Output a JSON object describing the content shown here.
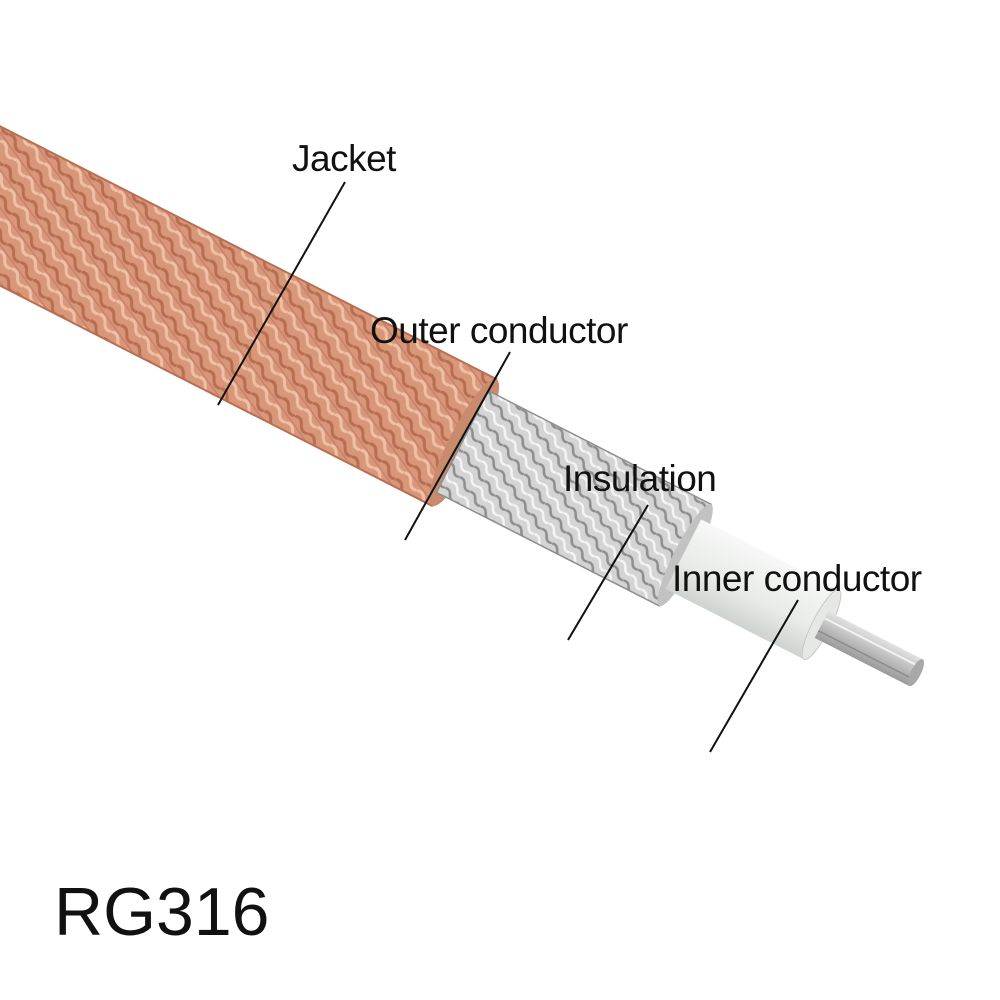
{
  "labels": {
    "jacket": "Jacket",
    "outer_conductor": "Outer conductor",
    "insulation": "Insulation",
    "inner_conductor": "Inner conductor"
  },
  "model": "RG316",
  "colors": {
    "jacket_braid": "#d9977a",
    "jacket_shadow": "#b86e52",
    "outer_braid": "#d4d4d4",
    "outer_shadow": "#8e8e8e",
    "insulation": "#eef0ee",
    "inner_wire": "#bcbcbc",
    "leader_line": "#111111",
    "text": "#111111"
  }
}
